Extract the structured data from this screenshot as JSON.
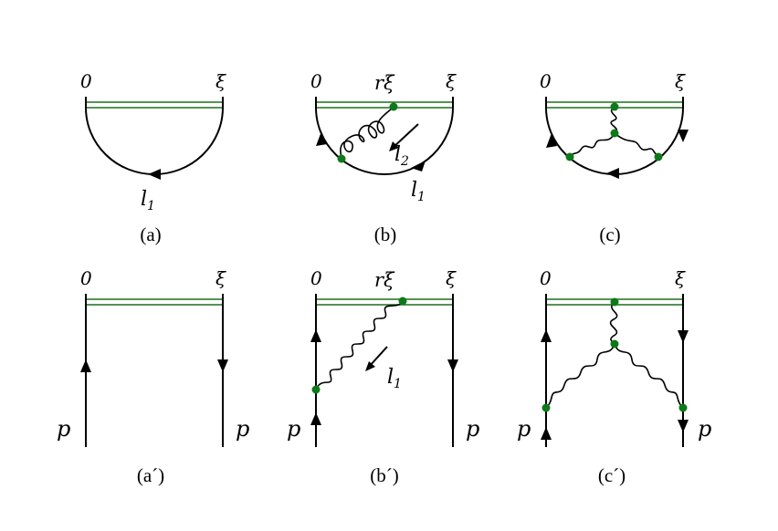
{
  "colors": {
    "wilson_line": "#1f6f1f",
    "vertex": "#0c7a18",
    "line": "#000000"
  },
  "diagrams": {
    "a": {
      "caption": "(a)",
      "left_label": "0",
      "right_label": "ξ",
      "loop_momentum": "l",
      "loop_momentum_sub": "1"
    },
    "b": {
      "caption": "(b)",
      "left_label": "0",
      "right_label": "ξ",
      "vertex_label": "rξ",
      "gluon_momentum": "l",
      "gluon_momentum_sub": "2",
      "loop_momentum": "l",
      "loop_momentum_sub": "1"
    },
    "c": {
      "caption": "(c)",
      "left_label": "0",
      "right_label": "ξ"
    },
    "a2": {
      "caption": "(a´)",
      "left_label": "0",
      "right_label": "ξ",
      "p_left": "p",
      "p_right": "p"
    },
    "b2": {
      "caption": "(b´)",
      "left_label": "0",
      "right_label": "ξ",
      "vertex_label": "rξ",
      "gluon_momentum": "l",
      "gluon_momentum_sub": "1",
      "p_left": "p",
      "p_right": "p"
    },
    "c2": {
      "caption": "(c´)",
      "left_label": "0",
      "right_label": "ξ",
      "p_left": "p",
      "p_right": "p"
    }
  }
}
